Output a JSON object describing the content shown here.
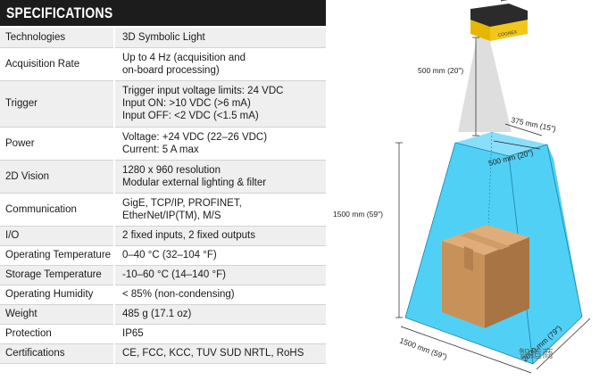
{
  "spec": {
    "title": "SPECIFICATIONS",
    "rows": [
      {
        "label": "Technologies",
        "lines": [
          "3D Symbolic Light"
        ]
      },
      {
        "label": "Acquisition Rate",
        "lines": [
          "Up to 4 Hz (acquisition and",
          "on-board processing)"
        ]
      },
      {
        "label": "Trigger",
        "lines": [
          "Trigger input voltage limits: 24 VDC",
          "Input ON: >10 VDC (>6 mA)",
          "Input OFF: <2 VDC (<1.5 mA)"
        ]
      },
      {
        "label": "Power",
        "lines": [
          "Voltage: +24 VDC (22–26 VDC)",
          "Current: 5 A max"
        ]
      },
      {
        "label": "2D Vision",
        "lines": [
          "1280 x 960 resolution",
          "Modular external lighting & filter"
        ]
      },
      {
        "label": "Communication",
        "lines": [
          "GigE, TCP/IP, PROFINET,",
          "EtherNet/IP(TM), M/S"
        ]
      },
      {
        "label": "I/O",
        "lines": [
          "2 fixed inputs, 2 fixed outputs"
        ]
      },
      {
        "label": "Operating Temperature",
        "lines": [
          "0–40 °C (32–104 °F)"
        ]
      },
      {
        "label": "Storage Temperature",
        "lines": [
          "-10–60 °C (14–140 °F)"
        ]
      },
      {
        "label": "Operating Humidity",
        "lines": [
          "< 85% (non-condensing)"
        ]
      },
      {
        "label": "Weight",
        "lines": [
          "485 g (17.1 oz)"
        ]
      },
      {
        "label": "Protection",
        "lines": [
          "IP65"
        ]
      },
      {
        "label": "Certifications",
        "lines": [
          "CE, FCC, KCC, TUV SUD NRTL, RoHS"
        ]
      }
    ]
  },
  "diagram": {
    "camera_brand": "COGNEX",
    "dim_camera_distance": "500 mm (20\")",
    "dim_top_depth": "375 mm (15\")",
    "dim_top_width": "500 mm (20\")",
    "dim_height": "1500 mm (59\")",
    "dim_bottom_depth": "1500 mm (59\")",
    "dim_bottom_width": "2000 mm (79\")",
    "colors": {
      "volume": "#33c8f4",
      "camera_body": "#f2c71b",
      "box": "#c9915a"
    }
  },
  "watermark": {
    "text": "智造商"
  }
}
